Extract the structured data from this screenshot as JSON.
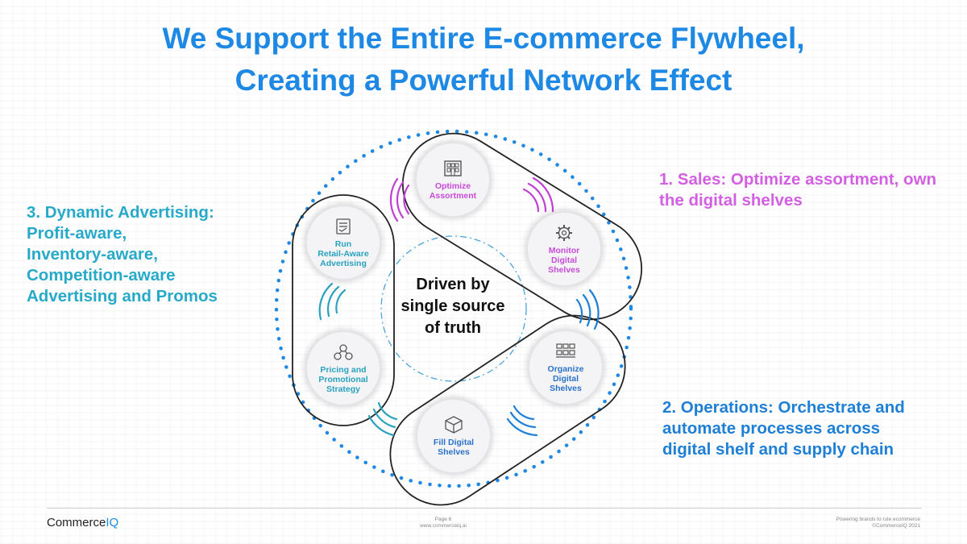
{
  "title": {
    "line1": "We Support the Entire E-commerce Flywheel,",
    "line2": "Creating a Powerful Network Effect"
  },
  "callouts": {
    "advertising": {
      "lines": [
        "3. Dynamic Advertising:",
        "Profit-aware,",
        "Inventory-aware,",
        "Competition-aware",
        "Advertising and Promos"
      ],
      "color": "#27a9c9"
    },
    "sales": {
      "lines": [
        "1. Sales: Optimize assortment, own",
        "the digital shelves"
      ],
      "color": "#d35fe3"
    },
    "operations": {
      "lines": [
        "2. Operations: Orchestrate and",
        "automate processes across",
        "digital shelf and supply chain"
      ],
      "color": "#1e7fd6"
    }
  },
  "center": {
    "lines": [
      "Driven by",
      "single source",
      "of truth"
    ]
  },
  "nodes": {
    "optimize_assortment": {
      "label_lines": [
        "Optimize",
        "Assortment"
      ],
      "icon": "store-icon"
    },
    "monitor_shelves": {
      "label_lines": [
        "Monitor",
        "Digital",
        "Shelves"
      ],
      "icon": "gear-icon"
    },
    "organize_shelves": {
      "label_lines": [
        "Organize",
        "Digital",
        "Shelves"
      ],
      "icon": "shelves-icon"
    },
    "fill_shelves": {
      "label_lines": [
        "Fill Digital",
        "Shelves"
      ],
      "icon": "box-icon"
    },
    "pricing_strategy": {
      "label_lines": [
        "Pricing and",
        "Promotional",
        "Strategy"
      ],
      "icon": "pricing-icon"
    },
    "retail_advertising": {
      "label_lines": [
        "Run",
        "Retail-Aware",
        "Advertising"
      ],
      "icon": "ad-icon"
    }
  },
  "footer": {
    "brand_main": "Commerce",
    "brand_accent": "IQ",
    "page": "Page 6",
    "url": "www.commerceiq.ai",
    "tagline": "Powering brands to rule ecommerce",
    "copyright": "©CommerceIQ 2021"
  },
  "colors": {
    "title": "#1e88e5",
    "sales": "#d35fe3",
    "operations": "#1e7fd6",
    "advertising": "#27a9c9"
  }
}
